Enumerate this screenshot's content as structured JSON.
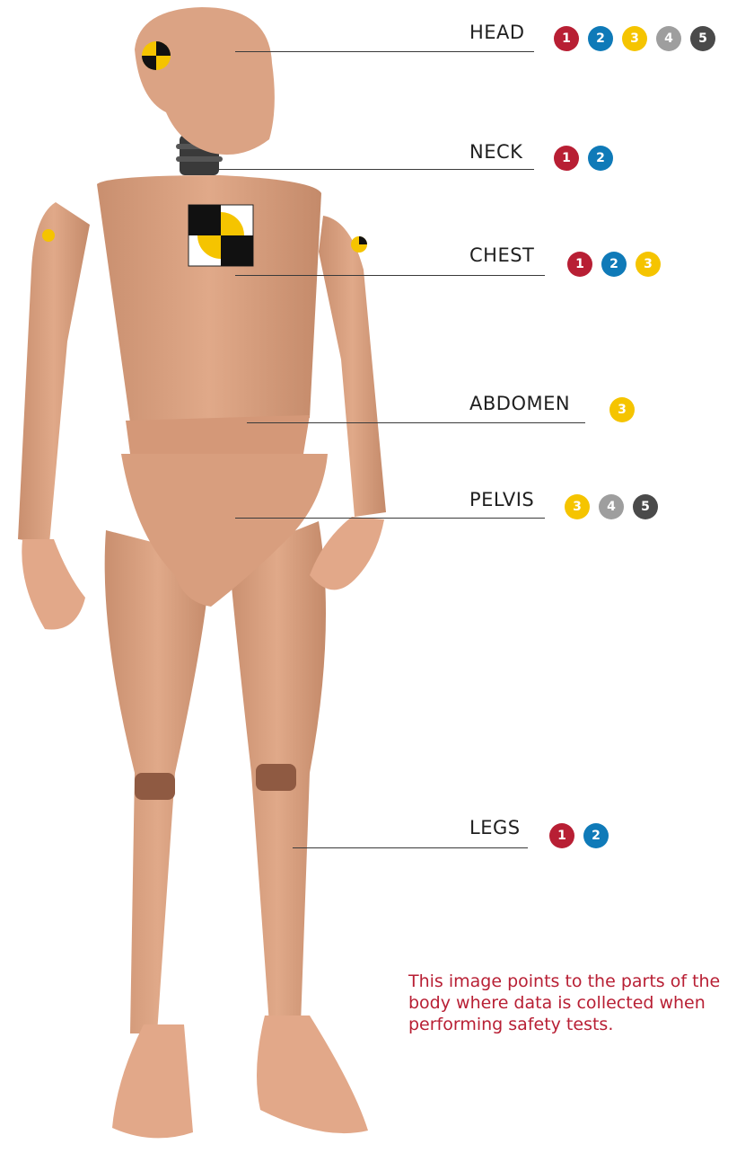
{
  "colors": {
    "1": "#b81f34",
    "2": "#0f7ab8",
    "3": "#f5c400",
    "4": "#9e9e9e",
    "5": "#4a4a4a"
  },
  "parts": [
    {
      "key": "head",
      "label": "HEAD",
      "badges": [
        "1",
        "2",
        "3",
        "4",
        "5"
      ]
    },
    {
      "key": "neck",
      "label": "NECK",
      "badges": [
        "1",
        "2"
      ]
    },
    {
      "key": "chest",
      "label": "CHEST",
      "badges": [
        "1",
        "2",
        "3"
      ]
    },
    {
      "key": "abdomen",
      "label": "ABDOMEN",
      "badges": [
        "3"
      ]
    },
    {
      "key": "pelvis",
      "label": "PELVIS",
      "badges": [
        "3",
        "4",
        "5"
      ]
    },
    {
      "key": "legs",
      "label": "LEGS",
      "badges": [
        "1",
        "2"
      ]
    }
  ],
  "caption": "This image points to the parts of the body where data is collected when performing safety tests."
}
